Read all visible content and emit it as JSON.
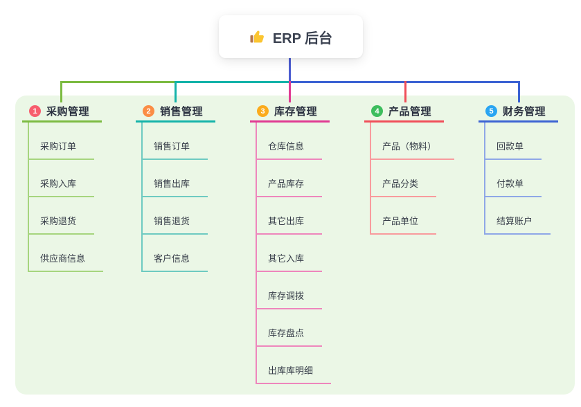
{
  "root": {
    "label": "ERP 后台",
    "icon": "thumbs-up-icon",
    "connector_color": "#4a5bd0"
  },
  "panel": {
    "background": "#ebf7e6"
  },
  "branches": [
    {
      "index": "1",
      "label": "采购管理",
      "badge_color": "#f75d6d",
      "line_color": "#7cbb42",
      "child_line_color": "#a6d57e",
      "children": [
        "采购订单",
        "采购入库",
        "采购退货",
        "供应商信息"
      ]
    },
    {
      "index": "2",
      "label": "销售管理",
      "badge_color": "#fb8d45",
      "line_color": "#14b3a9",
      "child_line_color": "#6ecac1",
      "children": [
        "销售订单",
        "销售出库",
        "销售退货",
        "客户信息"
      ]
    },
    {
      "index": "3",
      "label": "库存管理",
      "badge_color": "#fbab1c",
      "line_color": "#e03a92",
      "child_line_color": "#ee86bc",
      "children": [
        "仓库信息",
        "产品库存",
        "其它出库",
        "其它入库",
        "库存调拨",
        "库存盘点",
        "出库库明细"
      ]
    },
    {
      "index": "4",
      "label": "产品管理",
      "badge_color": "#3dbd5d",
      "line_color": "#f04e59",
      "child_line_color": "#f89b9d",
      "children": [
        "产品（物料）",
        "产品分类",
        "产品单位"
      ]
    },
    {
      "index": "5",
      "label": "财务管理",
      "badge_color": "#2aa5f2",
      "line_color": "#3c63d3",
      "child_line_color": "#8fa7e7",
      "children": [
        "回款单",
        "付款单",
        "结算账户"
      ]
    }
  ]
}
